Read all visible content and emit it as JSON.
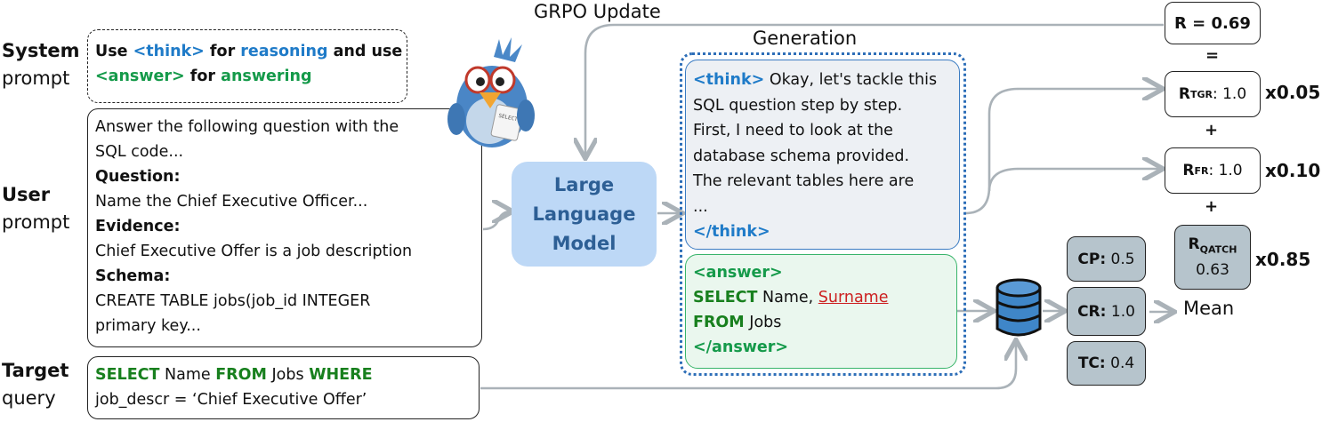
{
  "labels": {
    "system": [
      "System",
      "prompt"
    ],
    "user": [
      "User",
      "prompt"
    ],
    "target": [
      "Target",
      "query"
    ],
    "grpo": "GRPO Update",
    "generation": "Generation",
    "mean": "Mean"
  },
  "system_prompt": {
    "t1": "Use ",
    "t2": "<think>",
    "t3": " for ",
    "t4": "reasoning",
    "t5": " and use",
    "t6": "<answer>",
    "t7": " for ",
    "t8": "answering"
  },
  "user_prompt": {
    "lines": [
      "Answer the following question with the",
      "SQL code...",
      "Question:",
      "Name the Chief Executive Officer...",
      "Evidence:",
      "Chief Executive Offer is a job description",
      "Schema:",
      "CREATE TABLE jobs(job_id   INTEGER",
      "primary key..."
    ]
  },
  "target_query": {
    "kw_select": "SELECT",
    "col": " Name ",
    "kw_from": "FROM",
    "tbl": " Jobs ",
    "kw_where": "WHERE",
    "line2": "job_descr = ‘Chief Executive Offer’"
  },
  "llm": {
    "lines": [
      "Large",
      "Language",
      "Model"
    ]
  },
  "think": {
    "open": "<think>",
    "first": " Okay, let's tackle this",
    "lines": [
      "SQL question step by step.",
      "First, I need to look at the",
      "database schema provided.",
      "The relevant tables here are",
      "..."
    ],
    "close": "</think>"
  },
  "answer": {
    "open": "<answer>",
    "kw_select": "SELECT",
    "col": " Name, ",
    "surname": "Surname",
    "kw_from": "FROM",
    "tbl": " Jobs",
    "close": "</answer>"
  },
  "rewards": {
    "total": "R = 0.69",
    "equals": "=",
    "tgr": {
      "sub": "TGR",
      "value": ": 1.0",
      "weight": "x0.05"
    },
    "plus1": "+",
    "fr": {
      "sub": "FR",
      "value": ": 1.0",
      "weight": "x0.10"
    },
    "plus2": "+",
    "qatch": {
      "sub": "QATCH",
      "value": "0.63",
      "weight": "x0.85"
    }
  },
  "metrics": [
    {
      "name": "CP",
      "value": "0.5"
    },
    {
      "name": "CR",
      "value": "1.0"
    },
    {
      "name": "TC",
      "value": "0.4"
    }
  ],
  "mascot_sign": "SELECT ...",
  "colors": {
    "blue": "#1f7bc8",
    "green": "#159a4a",
    "llm_fill": "#bdd8f6",
    "metric_fill": "#b6c4cc",
    "arrow": "#aab2b8"
  }
}
